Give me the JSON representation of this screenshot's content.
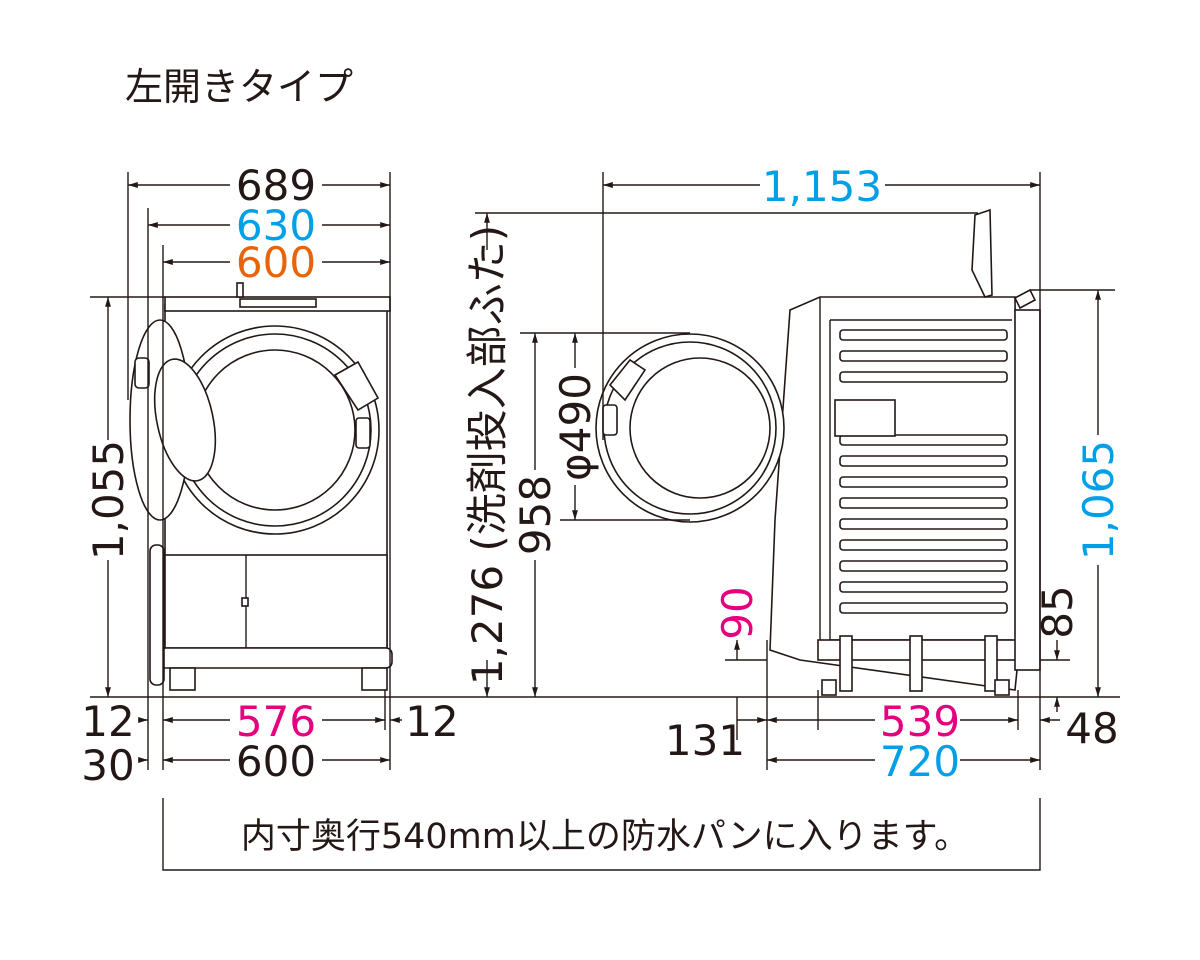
{
  "title": "左開きタイプ",
  "colors": {
    "black": "#231815",
    "cyan": "#00a0e9",
    "orange": "#e8640a",
    "magenta": "#e4007f"
  },
  "front": {
    "width_total": "689",
    "width_body": "630",
    "width_top": "600",
    "height": "1,055",
    "margin_left": "12",
    "inner_width": "576",
    "margin_right": "12",
    "offset_left": "30",
    "base_width": "600"
  },
  "side": {
    "depth_total": "1,153",
    "height_lid_open": "1,276 (洗剤投入部ふた)",
    "door_height": "958",
    "door_diameter": "φ490",
    "height_90": "90",
    "depth_131": "131",
    "depth_539": "539",
    "depth_720": "720",
    "depth_48": "48",
    "height_85": "85",
    "height_total": "1,065"
  },
  "note": "内寸奥行540mm以上の防水パンに入ります。"
}
